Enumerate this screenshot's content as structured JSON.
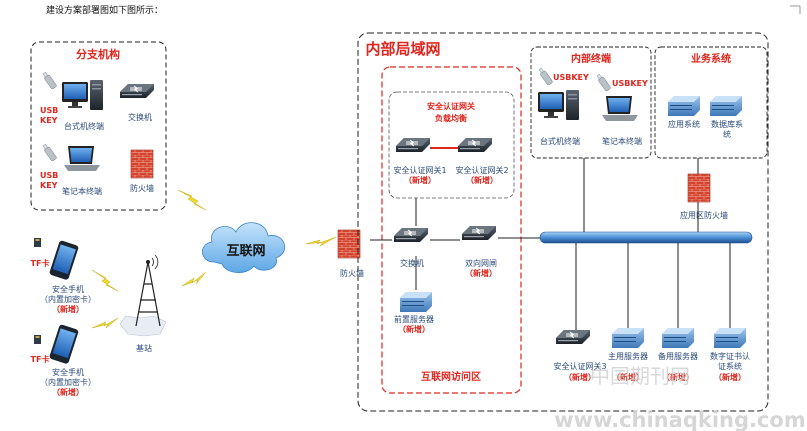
{
  "intro": "建设方案部署图如下图所示：",
  "branch": {
    "title": "分支机构",
    "usbkey1": [
      "USB",
      "KEY"
    ],
    "usbkey2": [
      "USB",
      "KEY"
    ],
    "desktop": "台式机终端",
    "switch": "交换机",
    "laptop": "笔记本终端",
    "firewall": "防火墙"
  },
  "mobile": {
    "tf1": "TF卡",
    "tf2": "TF卡",
    "phone1": [
      "安全手机",
      "（内置加密卡）",
      "（新增）"
    ],
    "phone2": [
      "安全手机",
      "（内置加密卡）",
      "（新增）"
    ],
    "base_station": "基站"
  },
  "internet": {
    "cloud": "互联网",
    "border_firewall": "防火墙"
  },
  "lan": {
    "title": "内部局域网",
    "dmz": {
      "title": "互联网访问区",
      "gateway_group": [
        "安全认证网关",
        "负载均衡"
      ],
      "gw1": [
        "安全认证网关1",
        "（新增）"
      ],
      "gw2": [
        "安全认证网关2",
        "（新增）"
      ],
      "switch": "交换机",
      "bidir": [
        "双向网闸",
        "（新增）"
      ],
      "front_server": [
        "前置服务器",
        "（新增）"
      ]
    },
    "terminals": {
      "title": "内部终端",
      "usbkey1": "USBKEY",
      "usbkey2": "USBKEY",
      "desktop": "台式机终端",
      "laptop": "笔记本终端"
    },
    "business": {
      "title": "业务系统",
      "app": "应用系统",
      "db": [
        "数据库系",
        "统"
      ],
      "app_firewall": "应用区防火墙"
    },
    "bottom": {
      "gw3": [
        "安全认证网关3",
        "（新增）"
      ],
      "main_server": [
        "主用服务器",
        "（新增）"
      ],
      "backup_server": [
        "备用服务器",
        "（新增）"
      ],
      "ca": [
        "数字证书认",
        "证系统",
        "（新增）"
      ]
    }
  },
  "watermark": {
    "url": "www.chinaqking.com",
    "cn": "中国期刊网"
  }
}
